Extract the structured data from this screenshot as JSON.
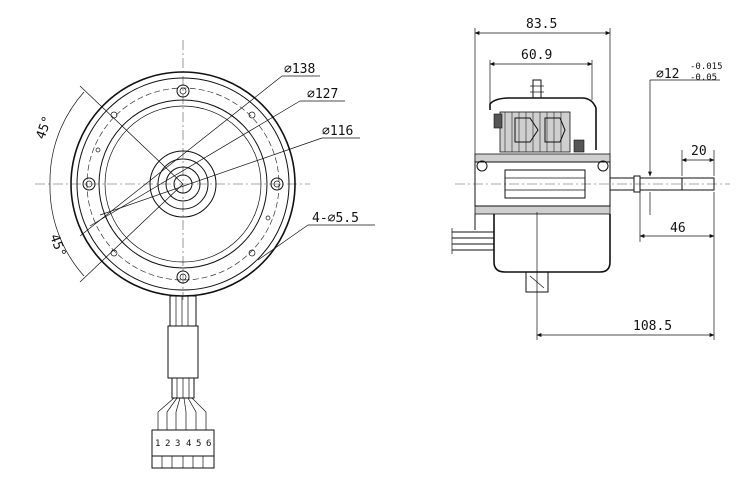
{
  "front_view": {
    "angle_top": "45°",
    "angle_bottom": "45°",
    "dia_outer": "⌀138",
    "dia_bolt": "⌀127",
    "dia_inner": "⌀116",
    "holes": "4-⌀5.5",
    "connector_pins": [
      "1",
      "2",
      "3",
      "4",
      "5",
      "6"
    ]
  },
  "side_view": {
    "width_total": "83.5",
    "width_body": "60.9",
    "shaft_dia": "⌀12",
    "shaft_tol_upper": "-0.015",
    "shaft_tol_lower": "-0.05",
    "shaft_end": "20",
    "shaft_len": "46",
    "overall_len": "108.5"
  }
}
